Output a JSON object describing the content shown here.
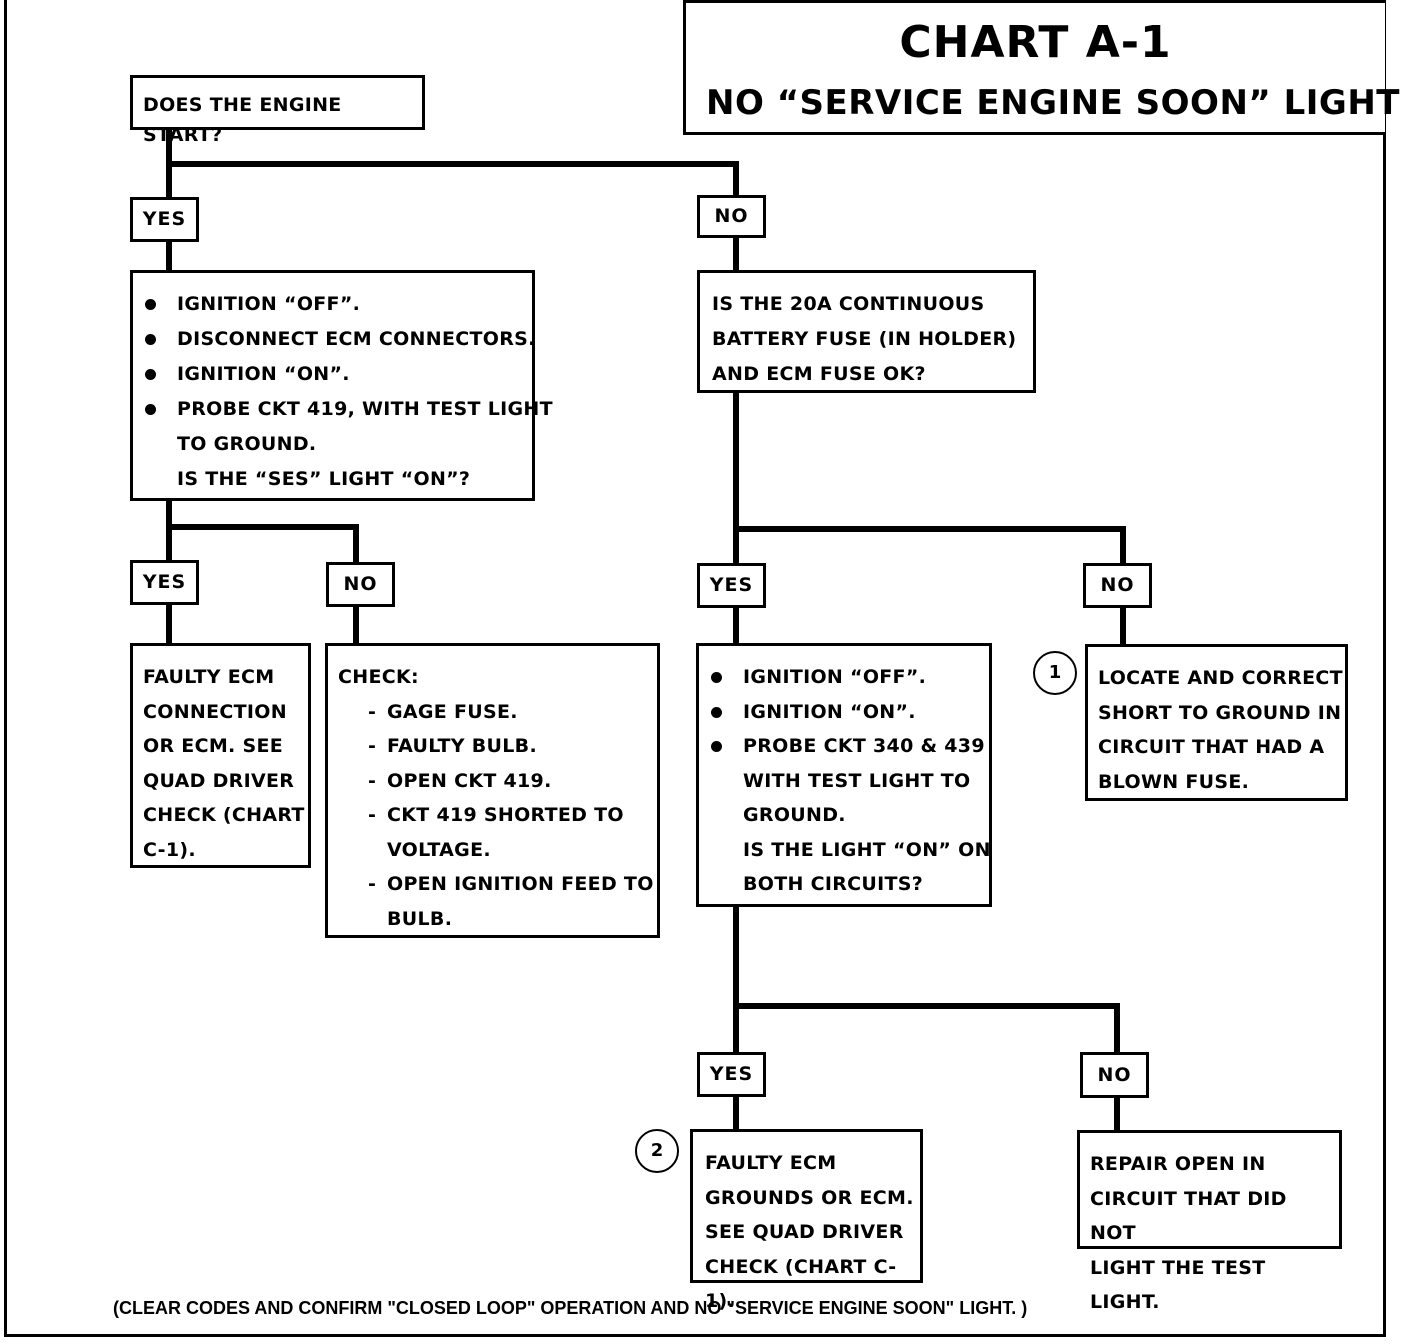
{
  "title": {
    "main": "CHART A-1",
    "sub": "NO “SERVICE ENGINE SOON”  LIGHT"
  },
  "start": {
    "question": "DOES THE ENGINE START?"
  },
  "labels": {
    "yes": "YES",
    "no": "NO"
  },
  "yes_path": {
    "steps": [
      "IGNITION “OFF”.",
      "DISCONNECT ECM CONNECTORS.",
      "IGNITION “ON”.",
      "PROBE CKT 419, WITH TEST LIGHT"
    ],
    "continuation": "TO GROUND.",
    "question": "IS THE “SES” LIGHT “ON”?"
  },
  "ses_yes_result": [
    "FAULTY ECM",
    "CONNECTION",
    "OR ECM.  SEE",
    "QUAD DRIVER",
    "CHECK (CHART",
    "C-1)."
  ],
  "ses_no_result": {
    "heading": "CHECK:",
    "items": [
      "GAGE FUSE.",
      "FAULTY BULB.",
      "OPEN CKT 419.",
      "CKT 419 SHORTED TO",
      "VOLTAGE.",
      "OPEN IGNITION FEED TO",
      "BULB."
    ]
  },
  "no_path": {
    "question": [
      "IS THE 20A CONTINUOUS",
      "BATTERY FUSE  (IN HOLDER)",
      "AND ECM FUSE OK?"
    ]
  },
  "fuse_yes": {
    "steps": [
      "IGNITION “OFF”.",
      "IGNITION “ON”.",
      "PROBE CKT 340 & 439"
    ],
    "continuation": [
      "WITH TEST LIGHT TO",
      "GROUND."
    ],
    "question": [
      "IS THE LIGHT “ON” ON",
      "BOTH CIRCUITS?"
    ]
  },
  "fuse_no_result": {
    "note_number": "1",
    "lines": [
      "LOCATE  AND CORRECT",
      "SHORT TO GROUND IN",
      "CIRCUIT THAT HAD A",
      "BLOWN FUSE."
    ]
  },
  "circuits_yes_result": {
    "note_number": "2",
    "lines": [
      "FAULTY ECM",
      "GROUNDS OR ECM.",
      "SEE QUAD DRIVER",
      "CHECK (CHART C-1)."
    ]
  },
  "circuits_no_result": {
    "lines": [
      "REPAIR OPEN IN",
      "CIRCUIT THAT DID NOT",
      "LIGHT THE TEST LIGHT."
    ]
  },
  "footer": "(CLEAR CODES AND CONFIRM \"CLOSED LOOP\" OPERATION AND NO \"SERVICE ENGINE SOON\"  LIGHT. )"
}
